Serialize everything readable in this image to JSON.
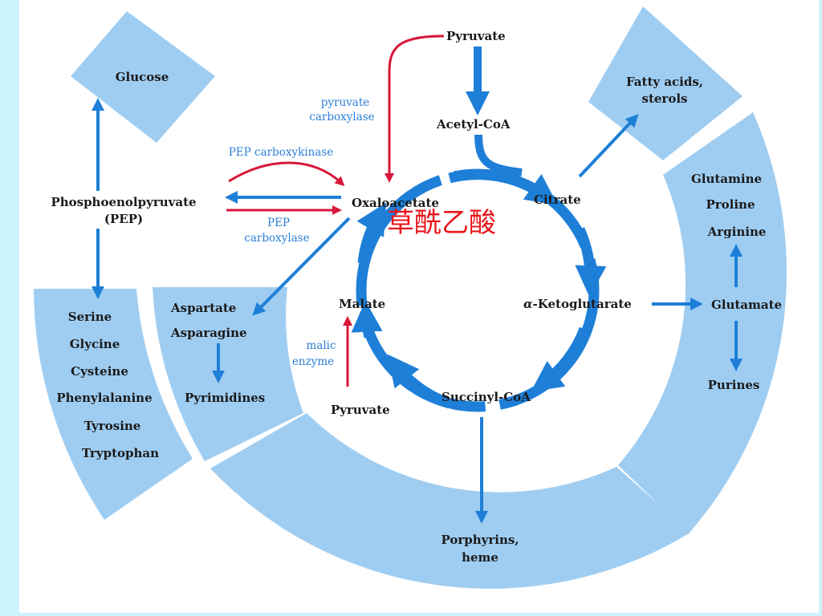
{
  "colors": {
    "sector_fill": "#9fcdf2",
    "arrow_blue": "#1e7fd8",
    "arrow_red": "#d8173a",
    "enzyme_text": "#2b7fd6",
    "chinese_text": "#e8151b",
    "background": "#cdf3fb"
  },
  "metabolites": {
    "pyruvate_top": "Pyruvate",
    "acetyl_coa": "Acetyl-CoA",
    "citrate": "Citrate",
    "oxaloacetate": "Oxaloacetate",
    "alpha_symbol": "α",
    "ketoglutarate": "-Ketoglutarate",
    "succinyl_coa": "Succinyl-CoA",
    "malate": "Malate",
    "pyruvate_bottom": "Pyruvate",
    "pep_line1": "Phosphoenolpyruvate",
    "pep_line2": "(PEP)"
  },
  "enzymes": {
    "pyruvate_carboxylase_l1": "pyruvate",
    "pyruvate_carboxylase_l2": "carboxylase",
    "pep_carboxykinase": "PEP carboxykinase",
    "pep_carboxylase_l1": "PEP",
    "pep_carboxylase_l2": "carboxylase",
    "malic_enzyme_l1": "malic",
    "malic_enzyme_l2": "enzyme"
  },
  "products": {
    "glucose": "Glucose",
    "fatty_acids_l1": "Fatty acids,",
    "fatty_acids_l2": "sterols",
    "glutamine": "Glutamine",
    "proline": "Proline",
    "arginine": "Arginine",
    "glutamate": "Glutamate",
    "purines": "Purines",
    "porphyrins_l1": "Porphyrins,",
    "porphyrins_l2": "heme",
    "aspartate": "Aspartate",
    "asparagine": "Asparagine",
    "pyrimidines": "Pyrimidines",
    "serine": "Serine",
    "glycine": "Glycine",
    "cysteine": "Cysteine",
    "phenylalanine": "Phenylalanine",
    "tyrosine": "Tyrosine",
    "tryptophan": "Tryptophan"
  },
  "annotation": {
    "chinese_label": "草酰乙酸"
  }
}
